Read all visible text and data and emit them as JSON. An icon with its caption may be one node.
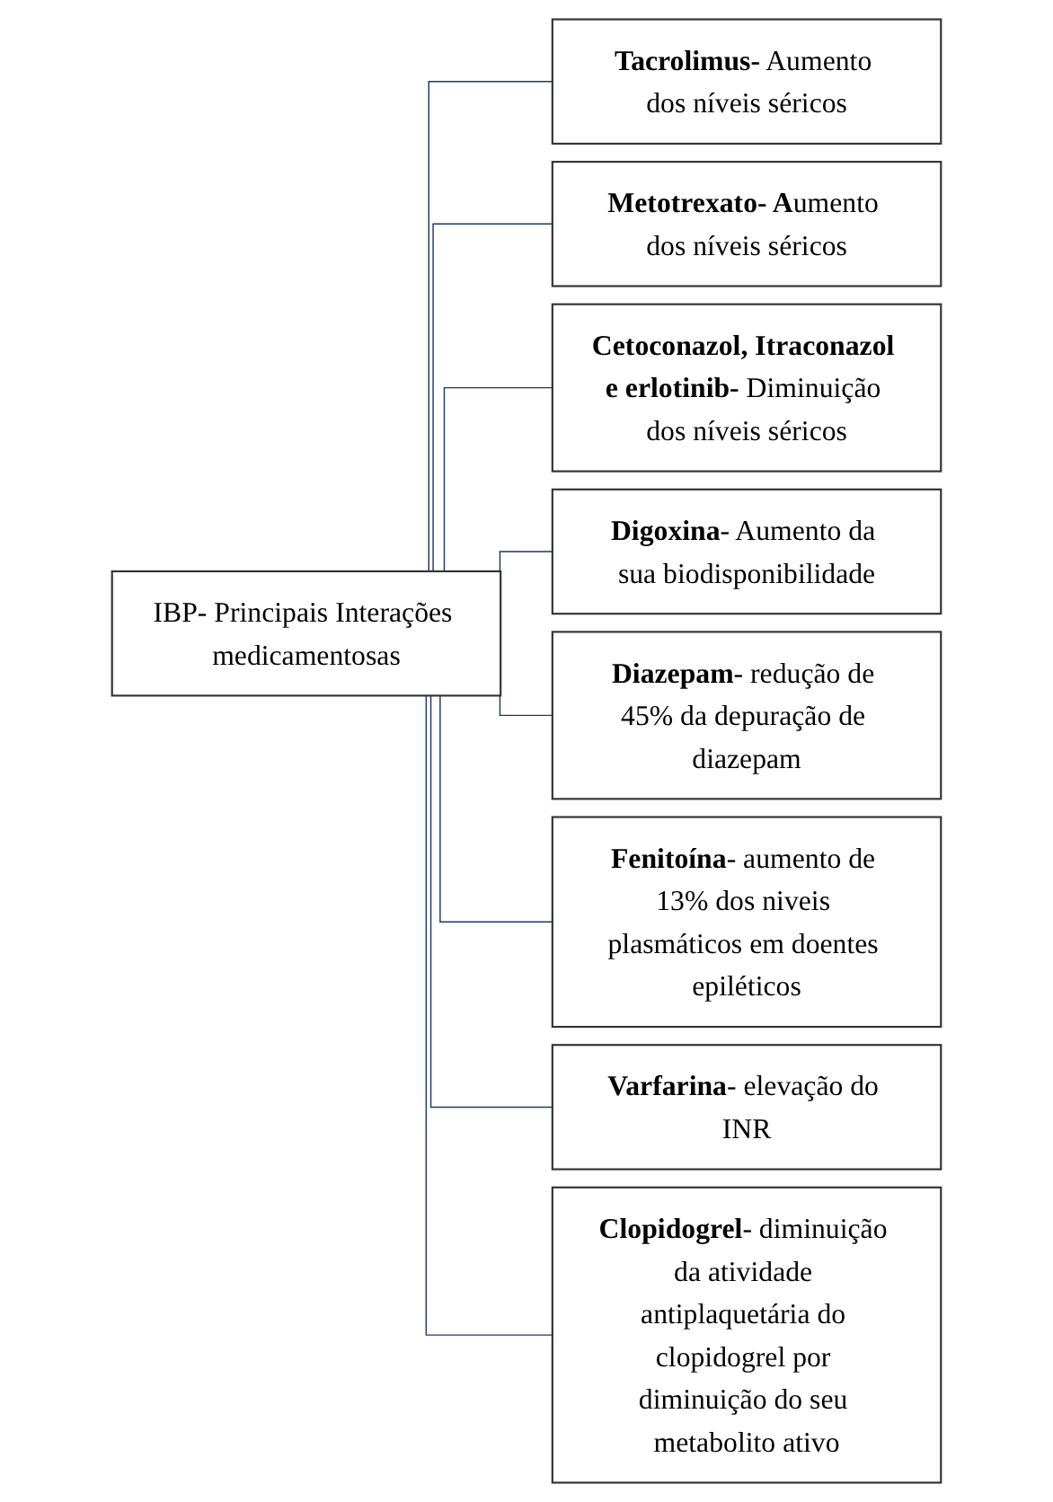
{
  "diagram": {
    "nodes": [
      {
        "text": [
          "IBP- Principais Interações medicamentosas"
        ]
      },
      {
        "text": [
          "**Tacrolimus-** Aumento dos níveis séricos"
        ]
      },
      {
        "text": [
          "**Metotrexato- A**umento dos níveis séricos"
        ]
      },
      {
        "text": [
          "**Cetoconazol, Itraconazol e erlotinib-** Diminuição dos níveis séricos"
        ]
      },
      {
        "text": [
          "**Digoxina**- Aumento da sua biodisponibilidade"
        ]
      },
      {
        "text": [
          "**Diazepam**- redução de 45% da depuração de diazepam"
        ]
      },
      {
        "text": [
          "**Fenitoína**- aumento de 13% dos niveis plasmáticos em doentes epiléticos"
        ]
      },
      {
        "text": [
          "**Varfarina**- elevação do INR"
        ]
      },
      {
        "text": [
          "**Clopidogrel**- diminuição da atividade antiplaquetária do clopidogrel por diminuição do seu metabolito ativo"
        ]
      }
    ],
    "edges": [
      {
        "from": 0,
        "to": 1,
        "arrow": "none"
      },
      {
        "from": 0,
        "to": 2,
        "arrow": "none"
      },
      {
        "from": 0,
        "to": 3,
        "arrow": "none"
      },
      {
        "from": 0,
        "to": 4,
        "arrow": "none"
      },
      {
        "from": 0,
        "to": 5,
        "arrow": "none"
      },
      {
        "from": 0,
        "to": 6,
        "arrow": "none"
      },
      {
        "from": 0,
        "to": 7,
        "arrow": "none"
      },
      {
        "from": 0,
        "to": 8,
        "arrow": "none"
      }
    ]
  }
}
